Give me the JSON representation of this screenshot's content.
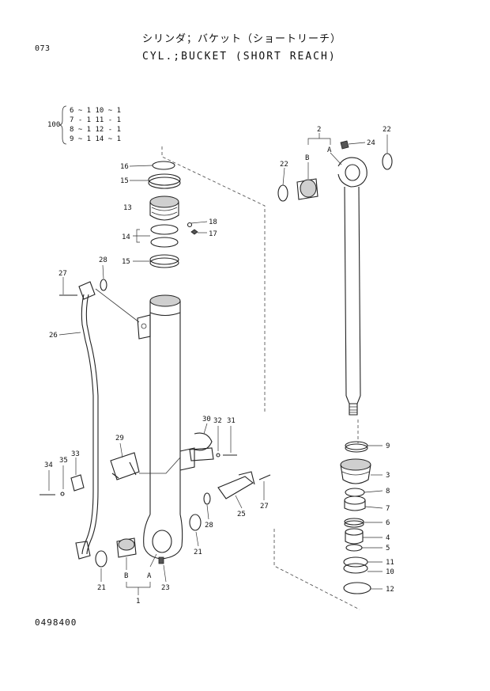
{
  "header": {
    "page_number": "073",
    "title_jp": "シリンダ；バケット（ショートリーチ）",
    "title_en": "CYL.;BUCKET (SHORT REACH)"
  },
  "kit": {
    "label": "100",
    "rows": [
      "6 ~ 1  10 ~ 1",
      "7 - 1  11 - 1",
      "8 ~ 1  12 - 1",
      "9 ~ 1  14 ~ 1"
    ]
  },
  "callouts": {
    "c1": "1",
    "c2": "2",
    "c3": "3",
    "c4": "4",
    "c5": "5",
    "c6": "6",
    "c7": "7",
    "c8": "8",
    "c9": "9",
    "c10": "10",
    "c11": "11",
    "c12": "12",
    "c13": "13",
    "c14": "14",
    "c15a": "15",
    "c15b": "15",
    "c16": "16",
    "c17": "17",
    "c18": "18",
    "c21a": "21",
    "c21b": "21",
    "c22a": "22",
    "c22b": "22",
    "c23": "23",
    "c24": "24",
    "c25": "25",
    "c26": "26",
    "c27a": "27",
    "c27b": "27",
    "c28a": "28",
    "c28b": "28",
    "c29": "29",
    "c30": "30",
    "c31": "31",
    "c32": "32",
    "c33": "33",
    "c34": "34",
    "c35": "35",
    "cA1": "A",
    "cB1": "B",
    "cA2": "A",
    "cB2": "B"
  },
  "footer": {
    "drawing_number": "0498400"
  }
}
